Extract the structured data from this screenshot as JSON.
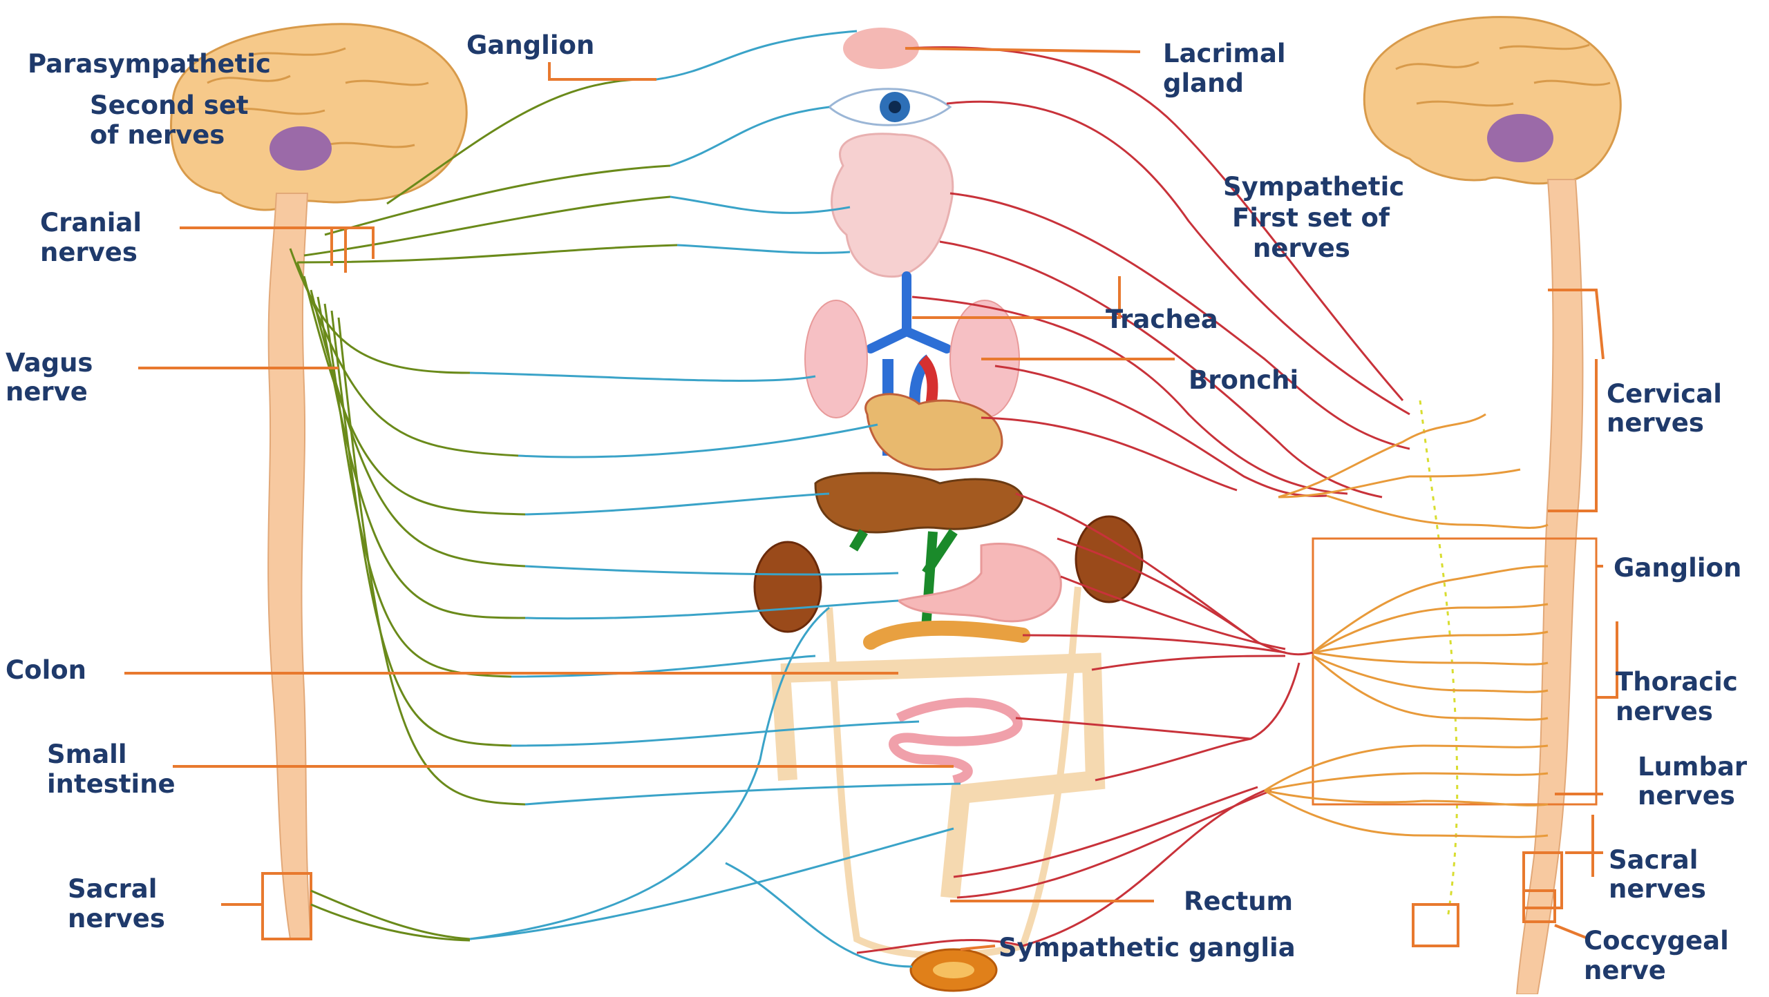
{
  "labels": {
    "parasympathetic": "Parasympathetic",
    "second_set_1": "Second set",
    "second_set_2": "of nerves",
    "ganglion_top": "Ganglion",
    "cranial_1": "Cranial",
    "cranial_2": "nerves",
    "vagus_1": "Vagus",
    "vagus_2": "nerve",
    "colon": "Colon",
    "small_1": "Small",
    "small_2": "intestine",
    "sacral_left_1": "Sacral",
    "sacral_left_2": "nerves",
    "lacrimal_1": "Lacrimal",
    "lacrimal_2": "gland",
    "sympathetic_1": "Sympathetic",
    "sympathetic_2": "First set of",
    "sympathetic_3": "nerves",
    "trachea": "Trachea",
    "bronchi": "Bronchi",
    "cervical_1": "Cervical",
    "cervical_2": "nerves",
    "ganglion_right": "Ganglion",
    "thoracic_1": "Thoracic",
    "thoracic_2": "nerves",
    "lumbar_1": "Lumbar",
    "lumbar_2": "nerves",
    "sacral_right_1": "Sacral",
    "sacral_right_2": "nerves",
    "rectum": "Rectum",
    "sympathetic_ganglia": "Sympathetic ganglia",
    "coccygeal_1": "Coccygeal",
    "coccygeal_2": "nerve"
  },
  "colors": {
    "label_text": "#1f3a6b",
    "leader_line": "#e8792e",
    "sympathetic_nerve": "#c8323a",
    "parasympathetic_nerve": "#3aa3c8",
    "brain": "#f6c98a",
    "spine": "#f7c9a0"
  }
}
